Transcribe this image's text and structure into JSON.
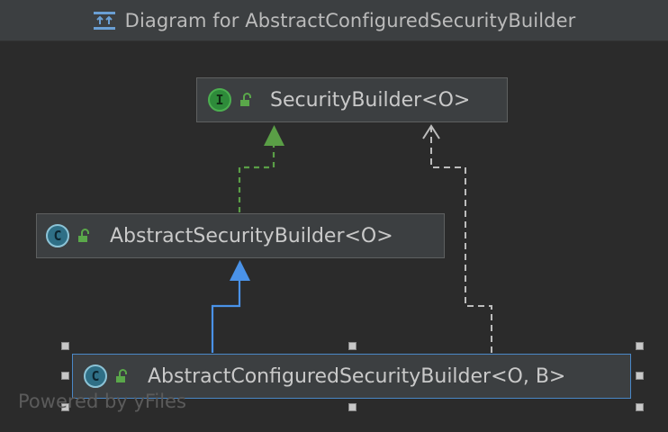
{
  "window": {
    "title": "Diagram for AbstractConfiguredSecurityBuilder",
    "title_icon": "class-diagram-icon"
  },
  "nodes": {
    "security_builder": {
      "label": "SecurityBuilder<O>",
      "kind": "interface",
      "badge": "I",
      "access_icon": "public-unlock-icon"
    },
    "abstract_security_builder": {
      "label": "AbstractSecurityBuilder<O>",
      "kind": "abstract-class",
      "badge": "C",
      "access_icon": "public-unlock-icon"
    },
    "abstract_configured_security_builder": {
      "label": "AbstractConfiguredSecurityBuilder<O, B>",
      "kind": "abstract-class",
      "badge": "C",
      "access_icon": "public-unlock-icon",
      "selected": true
    }
  },
  "edges": [
    {
      "from": "abstract_security_builder",
      "to": "security_builder",
      "type": "implements",
      "style": "dashed",
      "color": "#5a9e46"
    },
    {
      "from": "abstract_configured_security_builder",
      "to": "abstract_security_builder",
      "type": "extends",
      "style": "solid",
      "color": "#4a92e8"
    },
    {
      "from": "abstract_configured_security_builder",
      "to": "security_builder",
      "type": "implements",
      "style": "dashed",
      "color": "#bdbdbd"
    }
  ],
  "colors": {
    "background": "#2b2b2b",
    "node_fill": "#3c3f41",
    "selection": "#4a88c7",
    "implements_green": "#5a9e46",
    "extends_blue": "#4a92e8",
    "dashed_gray": "#bdbdbd"
  },
  "watermark": "Powered by yFiles"
}
